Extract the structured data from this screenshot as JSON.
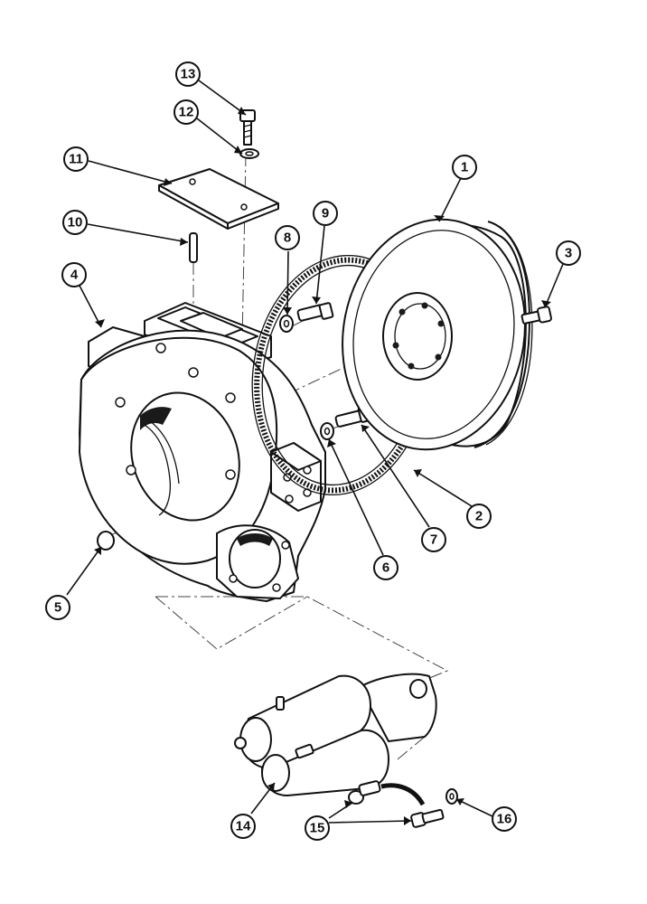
{
  "callouts": [
    {
      "id": "c1",
      "label": "1"
    },
    {
      "id": "c2",
      "label": "2"
    },
    {
      "id": "c3",
      "label": "3"
    },
    {
      "id": "c4",
      "label": "4"
    },
    {
      "id": "c5",
      "label": "5"
    },
    {
      "id": "c6",
      "label": "6"
    },
    {
      "id": "c7",
      "label": "7"
    },
    {
      "id": "c8",
      "label": "8"
    },
    {
      "id": "c9",
      "label": "9"
    },
    {
      "id": "c10",
      "label": "10"
    },
    {
      "id": "c11",
      "label": "11"
    },
    {
      "id": "c12",
      "label": "12"
    },
    {
      "id": "c13",
      "label": "13"
    },
    {
      "id": "c14",
      "label": "14"
    },
    {
      "id": "c15",
      "label": "15"
    },
    {
      "id": "c16",
      "label": "16"
    }
  ],
  "colors": {
    "line": "#111111",
    "background": "#ffffff"
  }
}
